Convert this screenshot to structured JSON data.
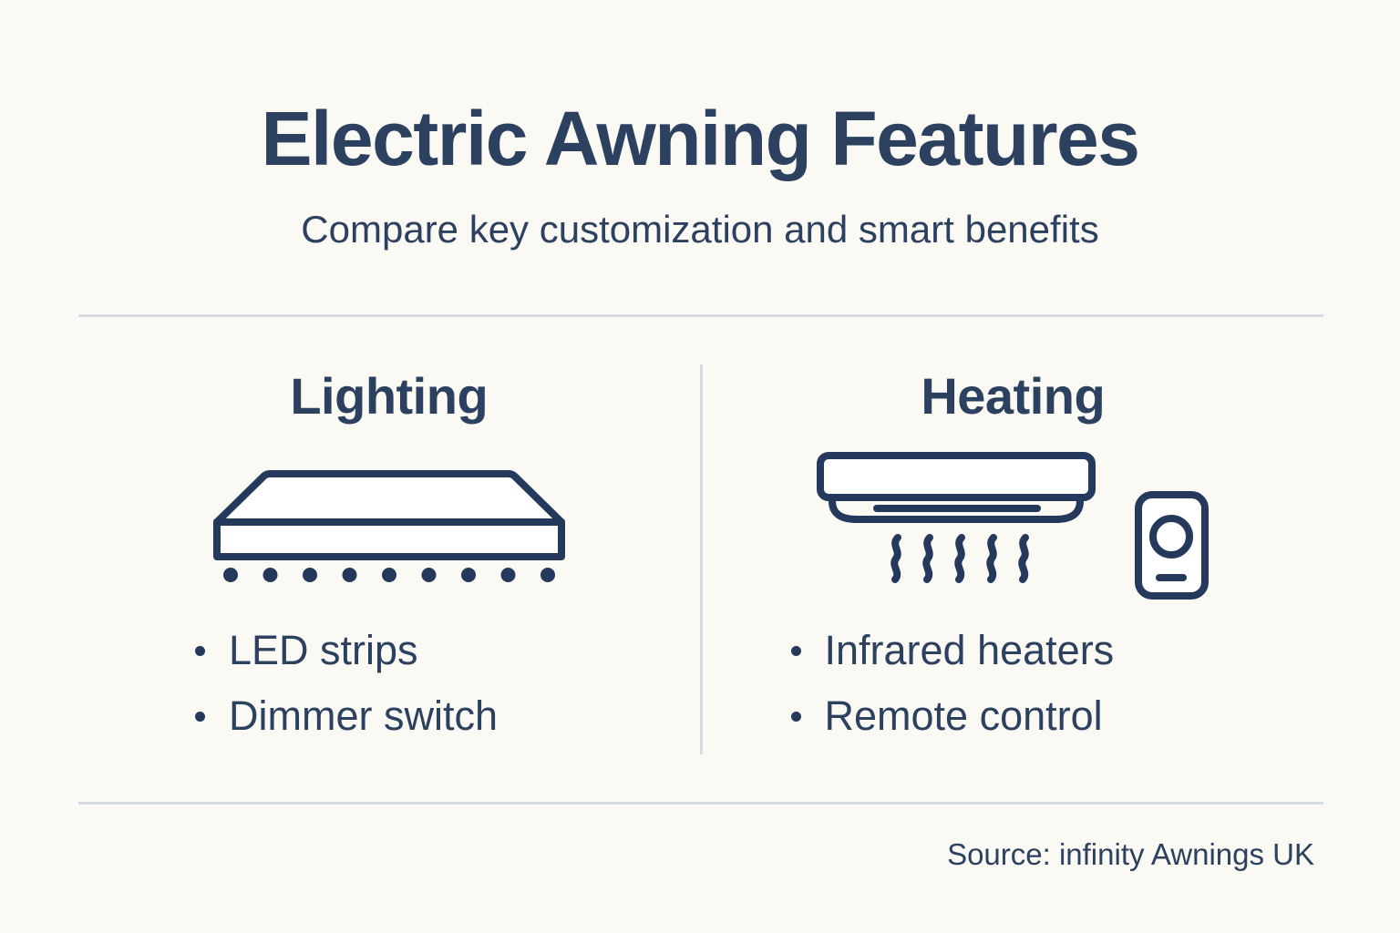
{
  "page": {
    "title": "Electric Awning Features",
    "subtitle": "Compare key customization and smart benefits",
    "source": "Source: infinity Awnings UK"
  },
  "columns": [
    {
      "heading": "Lighting",
      "icon": "awning-led-strip-icon",
      "items": [
        "LED strips",
        "Dimmer switch"
      ]
    },
    {
      "heading": "Heating",
      "icon": "infrared-heater-remote-icon",
      "items": [
        "Infrared heaters",
        "Remote control"
      ]
    }
  ],
  "colors": {
    "background": "#fbf9f4",
    "text": "#2c4160",
    "icon_stroke": "#25395c",
    "divider": "#d5dbe2"
  }
}
